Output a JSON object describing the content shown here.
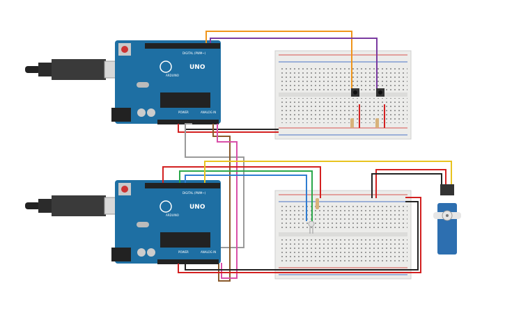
{
  "boards": [
    {
      "model_label": "UNO",
      "brand_label": "ARDUINO",
      "digital_label": "DIGITAL (PWM~)",
      "power_label": "POWER",
      "analog_label": "ANALOG IN"
    },
    {
      "model_label": "UNO",
      "brand_label": "ARDUINO",
      "digital_label": "DIGITAL (PWM~)",
      "power_label": "POWER",
      "analog_label": "ANALOG IN"
    }
  ],
  "colors": {
    "board_blue": "#1e6fa3",
    "breadboard": "#ececea",
    "rail_red": "#d9534f",
    "rail_blue": "#4a73c7",
    "wire_orange": "#f0951a",
    "wire_purple": "#7a3aa0",
    "wire_red": "#d32020",
    "wire_black": "#222222",
    "wire_gray": "#9a9a9a",
    "wire_brown": "#8a5a2b",
    "wire_pink": "#d94fa8",
    "wire_green": "#2aa84a",
    "wire_blue": "#2f7dd1",
    "wire_yellow": "#e8c320",
    "servo_blue": "#2d6fb0"
  },
  "components": {
    "icons": [
      "usb-cable-icon",
      "pushbutton-icon",
      "resistor-icon",
      "led-icon",
      "servo-motor-icon"
    ]
  }
}
